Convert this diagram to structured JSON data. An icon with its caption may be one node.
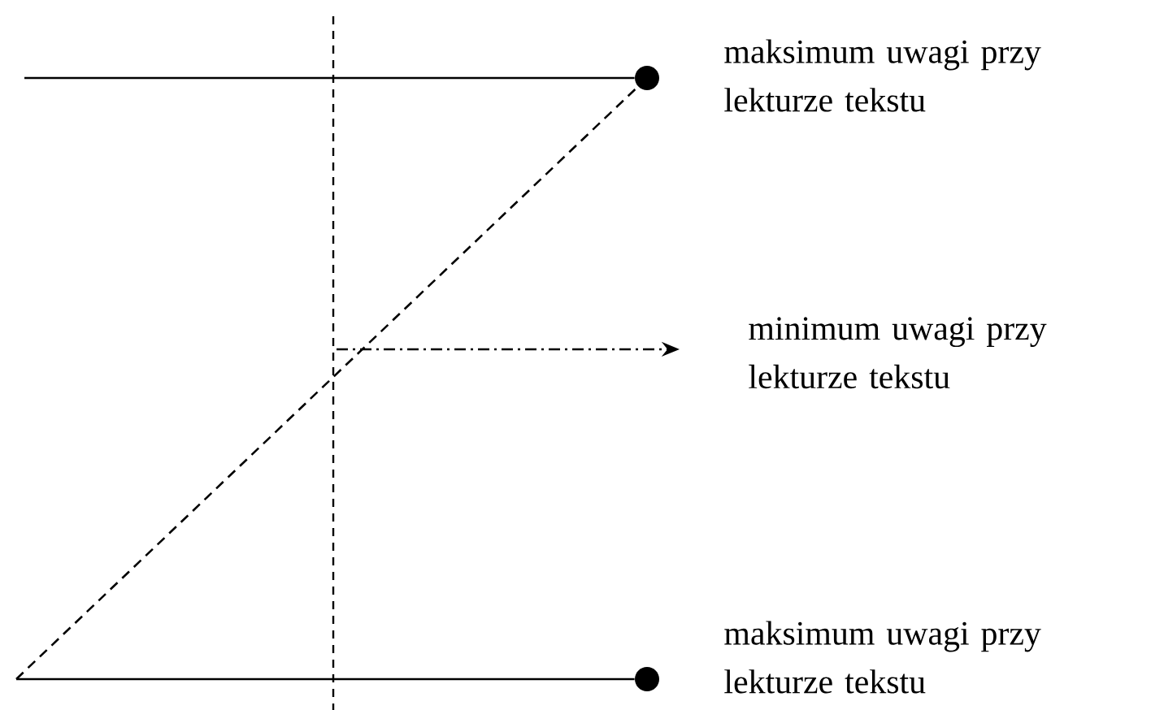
{
  "diagram": {
    "nodes": [
      {
        "text": [
          "maksimum uwagi przy lekturze tekstu"
        ]
      },
      {
        "text": [
          "minimum uwagi przy lekturze tekstu"
        ]
      },
      {
        "text": [
          "maksimum uwagi przy lekturze tekstu"
        ]
      },
      {
        "text": [],
        "shape": "circle"
      },
      {
        "text": [],
        "shape": "circle"
      }
    ],
    "edges": [
      {
        "from": null,
        "to": 3,
        "arrow": "none"
      },
      {
        "from": null,
        "to": 4,
        "arrow": "none"
      },
      {
        "from": null,
        "to": 3,
        "arrow": "none",
        "style": "dashed"
      },
      {
        "from": null,
        "to": 1,
        "arrow": "to",
        "style": "dashed"
      }
    ]
  }
}
